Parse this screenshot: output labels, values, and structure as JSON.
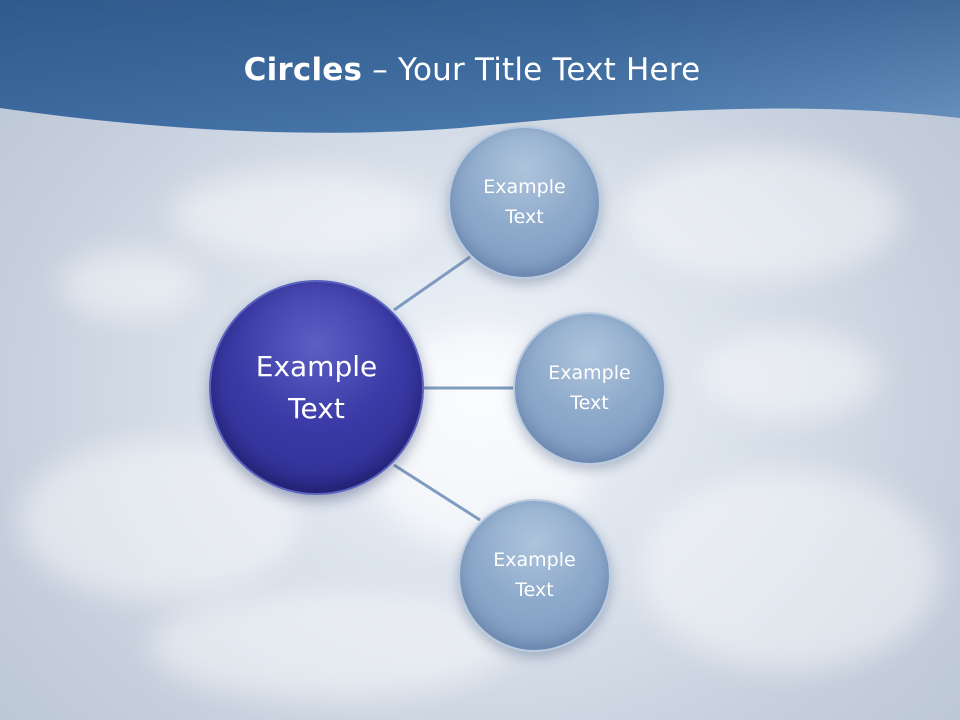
{
  "title": {
    "bold": "Circles",
    "rest": " – Your Title Text Here"
  },
  "diagram": {
    "center": {
      "line1": "Example",
      "line2": "Text"
    },
    "nodes": [
      {
        "line1": "Example",
        "line2": "Text"
      },
      {
        "line1": "Example",
        "line2": "Text"
      },
      {
        "line1": "Example",
        "line2": "Text"
      }
    ]
  },
  "colors": {
    "header": "#3f6ea3",
    "center_circle": "#3b3aa6",
    "node_circle": "#8eaacb",
    "connector": "#7f9cc0"
  }
}
